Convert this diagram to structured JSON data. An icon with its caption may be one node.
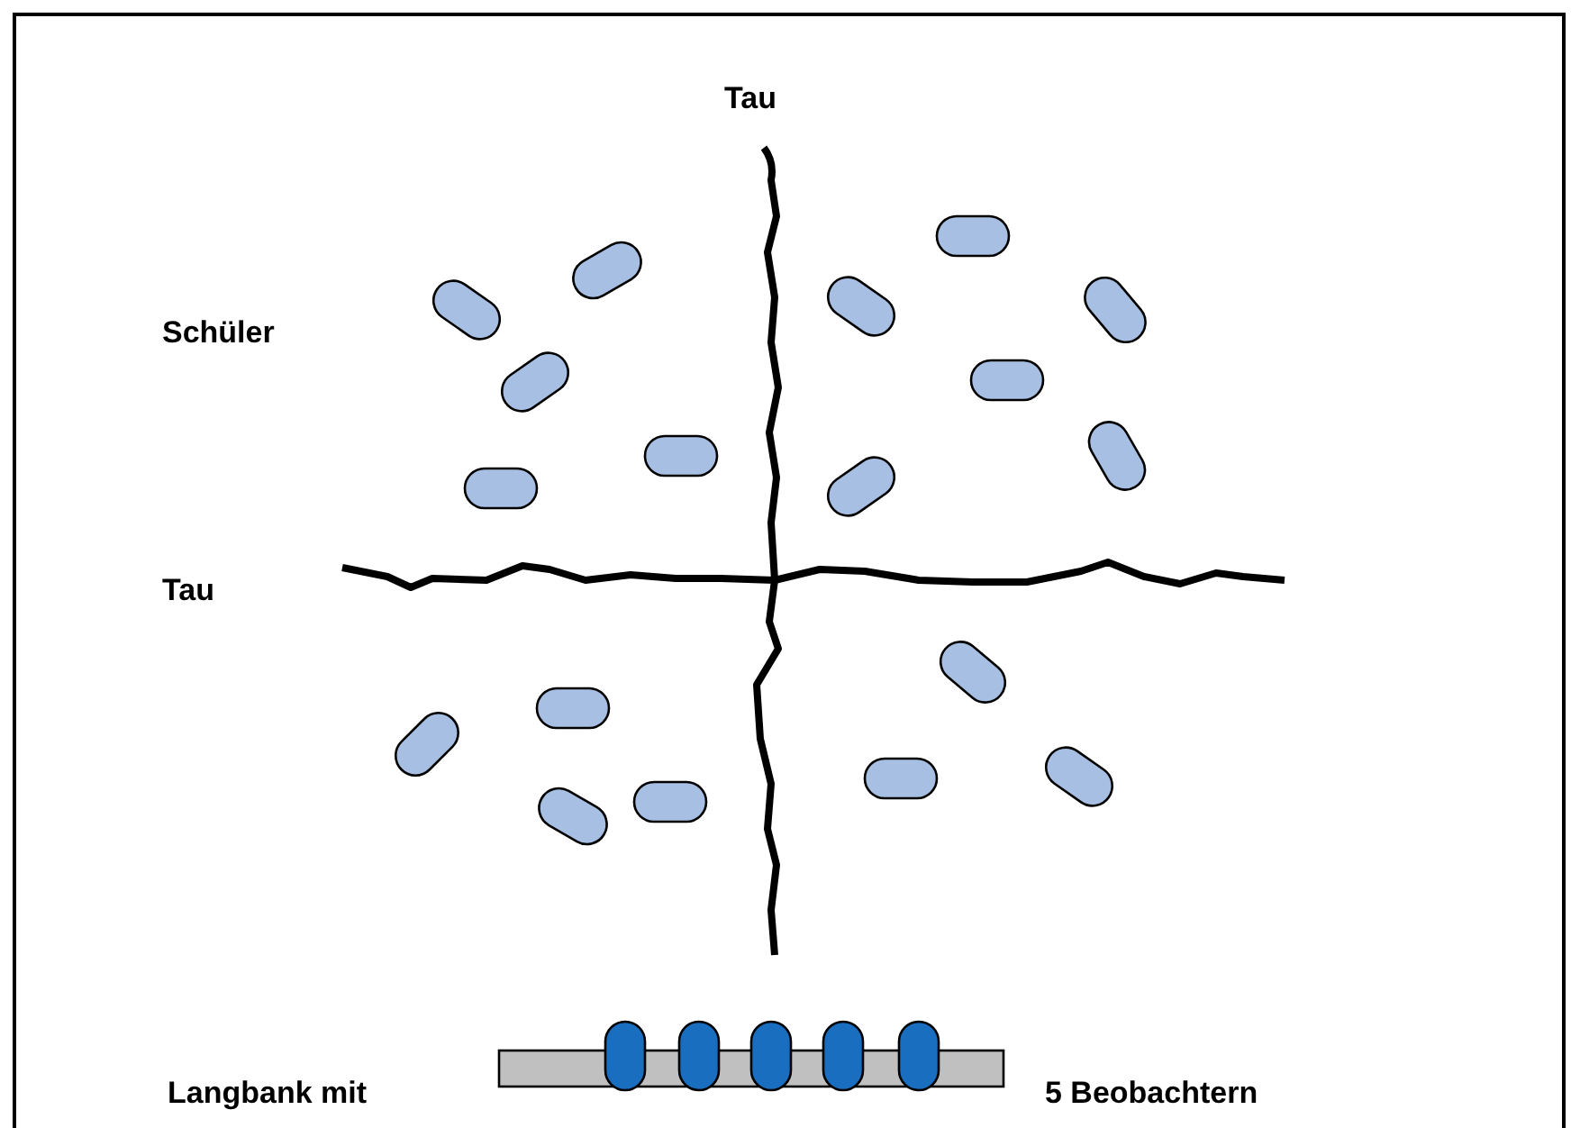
{
  "diagram": {
    "labels": [
      "Tau",
      "Schüler",
      "Tau",
      "Langbank mit",
      "5 Beobachtern"
    ]
  }
}
